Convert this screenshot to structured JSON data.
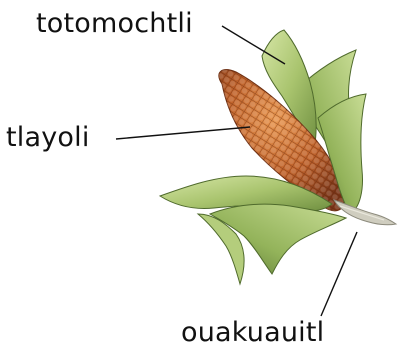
{
  "labels": {
    "husk_top": "totomochtli",
    "ear": "tlayoli",
    "stalk": "ouakuauitl"
  },
  "colors": {
    "husk_light": "#c5da8e",
    "husk_mid": "#98b860",
    "husk_dark": "#5e7a37",
    "kernel": "#c96a2e",
    "kernel_dark": "#8a3f1d",
    "kernel_light": "#e79a54",
    "stalk": "#c8c7b8",
    "leader_line": "#111111"
  }
}
